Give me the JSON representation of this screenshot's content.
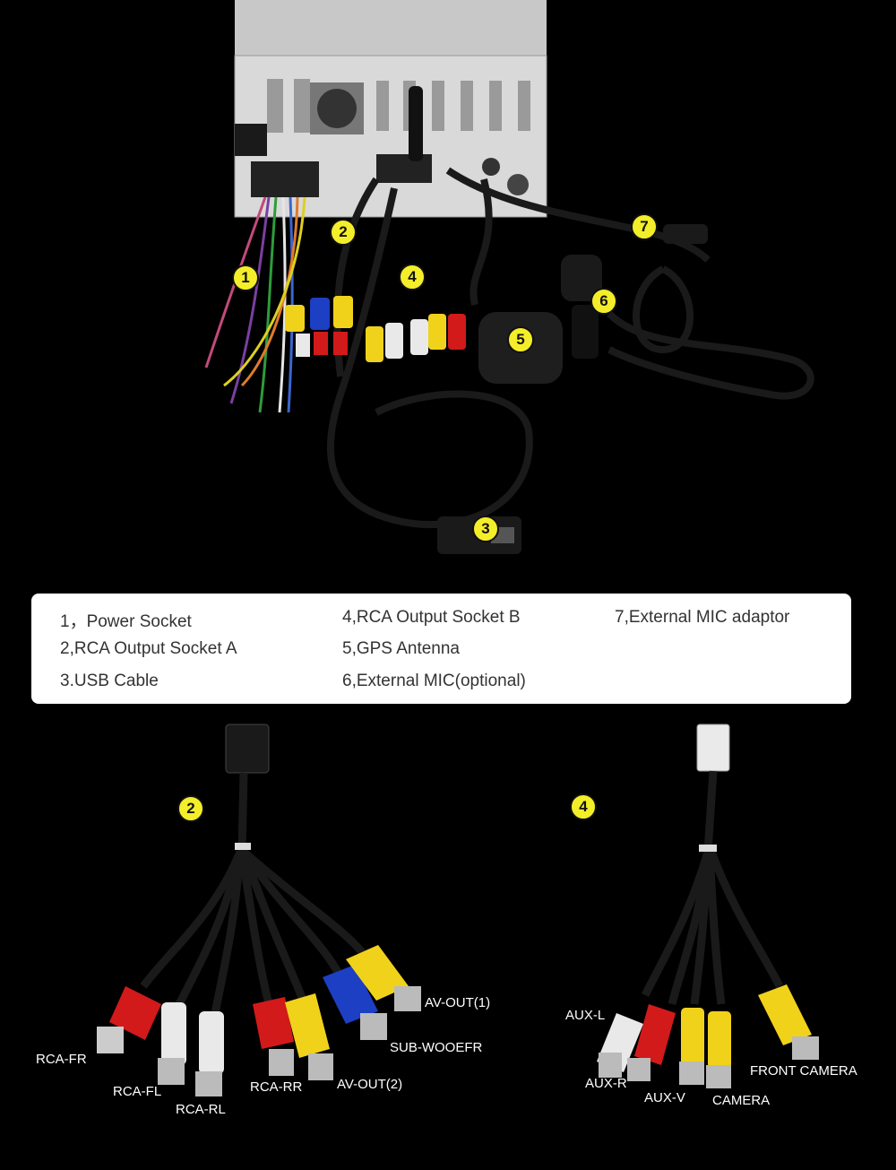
{
  "top_callouts": [
    "1",
    "2",
    "3",
    "4",
    "5",
    "6",
    "7"
  ],
  "legend": {
    "col1": [
      "1，Power Socket",
      "2,RCA Output Socket A",
      "3.USB Cable"
    ],
    "col2": [
      "4,RCA Output Socket B",
      "5,GPS Antenna",
      "6,External MIC(optional)"
    ],
    "col3": [
      "7,External MIC adaptor"
    ]
  },
  "harness_a": {
    "callout": "2",
    "labels": {
      "rca_fr": "RCA-FR",
      "rca_fl": "RCA-FL",
      "rca_rl": "RCA-RL",
      "rca_rr": "RCA-RR",
      "av_out2": "AV-OUT(2)",
      "sub": "SUB-WOOEFR",
      "av_out1": "AV-OUT(1)"
    }
  },
  "harness_b": {
    "callout": "4",
    "labels": {
      "aux_l": "AUX-L",
      "aux_r": "AUX-R",
      "aux_v": "AUX-V",
      "camera": "CAMERA",
      "front_camera": "FRONT CAMERA"
    }
  },
  "colors": {
    "callout": "#f4ee2a",
    "rca_red": "#d21a1a",
    "rca_white": "#e9e9e9",
    "rca_yellow": "#f1d21b",
    "rca_blue": "#1c3fc4"
  }
}
